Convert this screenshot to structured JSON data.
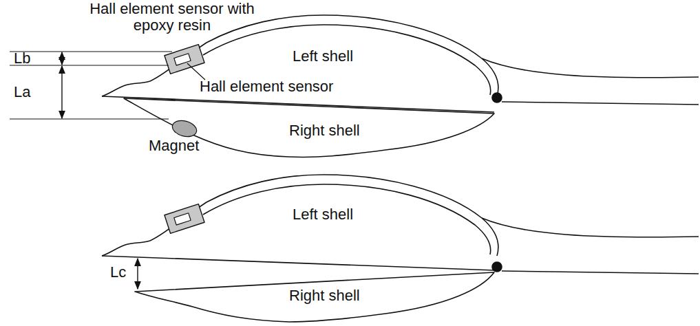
{
  "diagram": {
    "labels": [
      "Hall element sensor with epoxy resin",
      "Lb",
      "La",
      "Left shell",
      "Hall element sensor",
      "Right shell",
      "Magnet",
      "Left shell",
      "Lc",
      "Right shell"
    ]
  }
}
